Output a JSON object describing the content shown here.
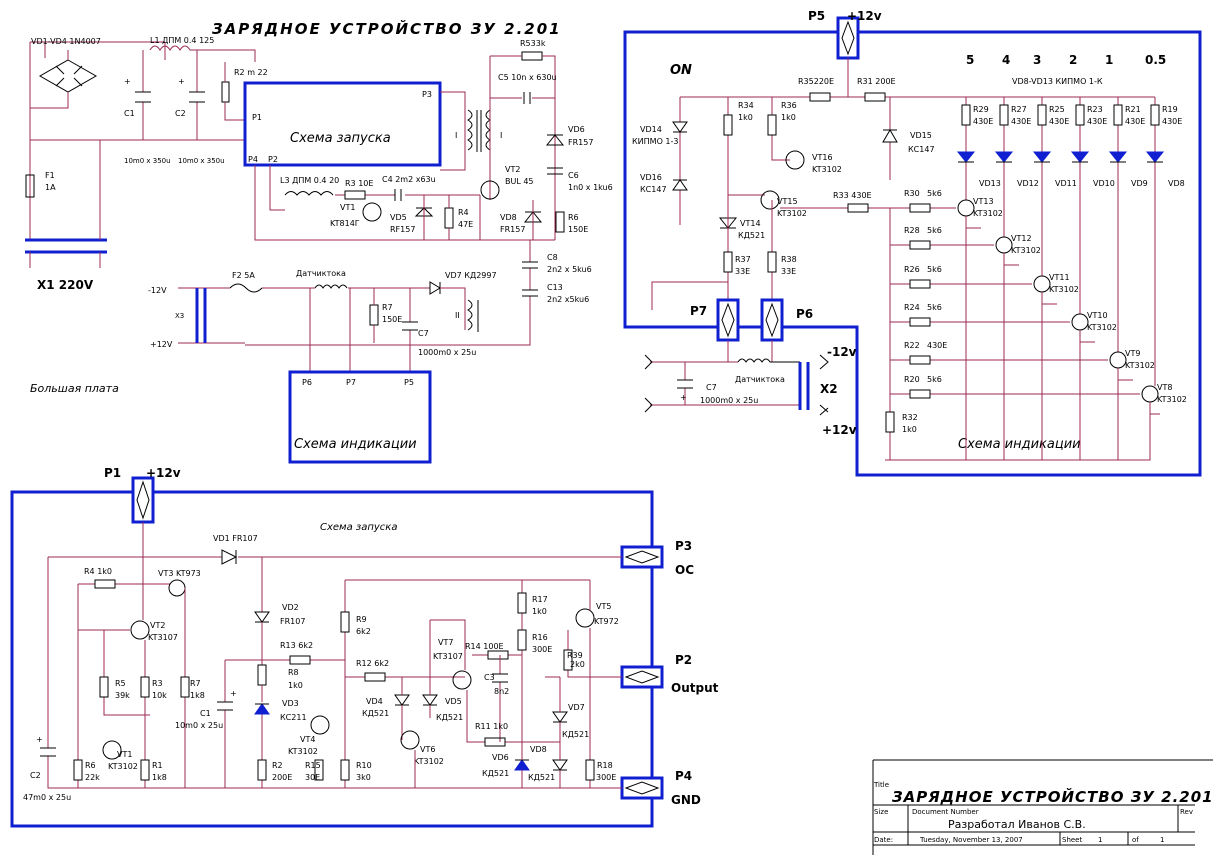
{
  "main_title": "ЗАРЯДНОЕ УСТРОЙСТВО ЗУ 2.201",
  "big": {
    "bridge": "VD1-VD4 1N4007",
    "l1": "L1 ДПМ 0.4 125",
    "c1": "C1",
    "c2": "C2",
    "c1_val": "10m0 x 350u",
    "c2_val": "10m0 x 350u",
    "r2": "R2  m 22",
    "f1": "F1",
    "f1_val": "1A",
    "x1": "X1  220V",
    "start_block": "Схема запуска",
    "p1": "P1",
    "p4": "P4",
    "p2": "P2",
    "p3": "P3",
    "r5": "R533k",
    "c5": "C5 10n x 630u",
    "vd6": "VD6",
    "vd6_val": "FR157",
    "c6": "C6",
    "c6_val": "1n0 x 1ku6",
    "vt2": "VT2",
    "vt2_val": "BUL 45",
    "l3": "L3 ДПМ 0.4 20",
    "r3": "R3 10E",
    "c4": "C4 2m2 x63u",
    "vt1": "VT1",
    "vt1_val": "KT814Г",
    "vd5": "VD5",
    "vd5_val": "RF157",
    "r4": "R4",
    "r4_val": "47E",
    "vd8": "VD8",
    "vd8_val": "FR157",
    "r6": "R6",
    "r6_val": "150E",
    "c8": "C8",
    "c8_val": "2n2 x 5ku6",
    "c13": "C13",
    "c13_val": "2n2 x5ku6",
    "minus12": "-12V",
    "plus12": "+12V",
    "f2": "F2  5A",
    "sensor": "Датчиктока",
    "vd7": "VD7 КД2997",
    "r7": "R7",
    "r7_val": "150E",
    "c7": "C7",
    "c7_val": "1000m0 x 25u",
    "ind_p6": "P6",
    "ind_p7": "P7",
    "ind_p5": "P5",
    "ind_block": "Схема индикации",
    "board_label": "Большая плата"
  },
  "ind": {
    "p5": "P5",
    "plus12": "+12v",
    "on": "ON",
    "r35": "R35220E",
    "r31": "R31 200E",
    "levels": [
      "5",
      "4",
      "3",
      "2",
      "1",
      "0.5"
    ],
    "vd_set": "VD8-VD13 КИПМО 1-К",
    "vd14": "VD14",
    "vd14_val": "КИПМО 1-3",
    "vd16": "VD16",
    "vd16_val": "КС147",
    "r34": "R34",
    "r34_val": "1k0",
    "r36": "R36",
    "r36_val": "1k0",
    "vt16": "VT16",
    "vt16_val": "KT3102",
    "vt15": "VT15",
    "vt15_val": "KT3102",
    "r33": "R33 430E",
    "vd15": "VD15",
    "vd15_val": "КС147",
    "vt14": "VT14",
    "vt14_val": "КД521",
    "r37": "R37",
    "r37_val": "33E",
    "r38": "R38",
    "r38_val": "33E",
    "p7": "P7",
    "p6": "P6",
    "c7": "C7",
    "c7_val": "1000m0 x 25u",
    "sensor": "Датчиктока",
    "minus12v": "-12v",
    "x2": "X2",
    "plus12v": "+12v",
    "r32": "R32",
    "r32_val": "1k0",
    "circuit_label": "Схема индикации",
    "led_resistors": [
      {
        "name": "R29",
        "val": "430E"
      },
      {
        "name": "R27",
        "val": "430E"
      },
      {
        "name": "R25",
        "val": "430E"
      },
      {
        "name": "R23",
        "val": "430E"
      },
      {
        "name": "R21",
        "val": "430E"
      },
      {
        "name": "R19",
        "val": "430E"
      }
    ],
    "leds": [
      "VD13",
      "VD12",
      "VD11",
      "VD10",
      "VD9",
      "VD8"
    ],
    "base_resistors": [
      {
        "name": "R30",
        "val": "5k6"
      },
      {
        "name": "R28",
        "val": "5k6"
      },
      {
        "name": "R26",
        "val": "5k6"
      },
      {
        "name": "R24",
        "val": "5k6"
      },
      {
        "name": "R22",
        "val": "430E"
      },
      {
        "name": "R20",
        "val": "5k6"
      }
    ],
    "transistors": [
      {
        "name": "VT13",
        "type": "KT3102"
      },
      {
        "name": "VT12",
        "type": "KT3102"
      },
      {
        "name": "VT11",
        "type": "KT3102"
      },
      {
        "name": "VT10",
        "type": "KT3102"
      },
      {
        "name": "VT9",
        "type": "KT3102"
      },
      {
        "name": "VT8",
        "type": "KT3102"
      }
    ]
  },
  "start": {
    "p1": "P1",
    "plus12": "+12v",
    "circuit_label": "Схема запуска",
    "p3": "P3",
    "p3_name": "OC",
    "p2": "P2",
    "p2_name": "Output",
    "p4": "P4",
    "p4_name": "GND",
    "c2": "C2",
    "c2_val": "47m0 x 25u",
    "vd1": "VD1 FR107",
    "r4": "R4  1k0",
    "vt3": "VT3  KT973",
    "r7": "R7",
    "r7_val": "1k8",
    "vt2": "VT2",
    "vt2_val": "KT3107",
    "r5": "R5",
    "r5_val": "39k",
    "r3": "R3",
    "r3_val": "10k",
    "vt1": "VT1",
    "vt1_val": "KT3102",
    "r6": "R6",
    "r6_val": "22k",
    "r1": "R1",
    "r1_val": "1k8",
    "c1": "C1",
    "c1_val": "10m0 x 25u",
    "vd2": "VD2",
    "vd2_val": "FR107",
    "r13": "R13  6k2",
    "r8": "R8",
    "r8_val": "1k0",
    "vd3": "VD3",
    "vd3_val": "КС211",
    "r2": "R2",
    "r2_val": "200E",
    "vt4": "VT4",
    "vt4_val": "KT3102",
    "r15": "R15",
    "r15_val": "30E",
    "r9": "R9",
    "r9_val": "6k2",
    "r10": "R10",
    "r10_val": "3k0",
    "r12": "R12  6k2",
    "vd4": "VD4",
    "vd4_val": "КД521",
    "vd5": "VD5",
    "vd5_val": "КД521",
    "vt6": "VT6",
    "vt6_val": "KT3102",
    "vt7": "VT7",
    "vt7_val": "KT3107",
    "r14": "R14  100E",
    "c3": "C3",
    "c3_val": "8n2",
    "r11": "R11  1k0",
    "r17": "R17",
    "r17_val": "1k0",
    "r16": "R16",
    "r16_val": "300E",
    "vd6": "VD6",
    "vd6_val": "КД521",
    "vd8": "VD8",
    "vd8_val": "КД521",
    "vd7": "VD7",
    "vd7_val": "КД521",
    "r39": "R39",
    "r39_val": "2k0",
    "vt5": "VT5",
    "vt5_val": "KT972",
    "r18": "R18",
    "r18_val": "300E"
  },
  "title_block": {
    "title_field": "Title",
    "title": "ЗАРЯДНОЕ УСТРОЙСТВО ЗУ 2.201",
    "size_field": "Size",
    "docnum_field": "Document Number",
    "rev_field": "Rev",
    "author": "Разработал Иванов С.В.",
    "date_field": "Date:",
    "date": "Tuesday, November 13, 2007",
    "sheet_field": "Sheet",
    "sheet_num": "1",
    "of_field": "of",
    "of_num": "1"
  }
}
